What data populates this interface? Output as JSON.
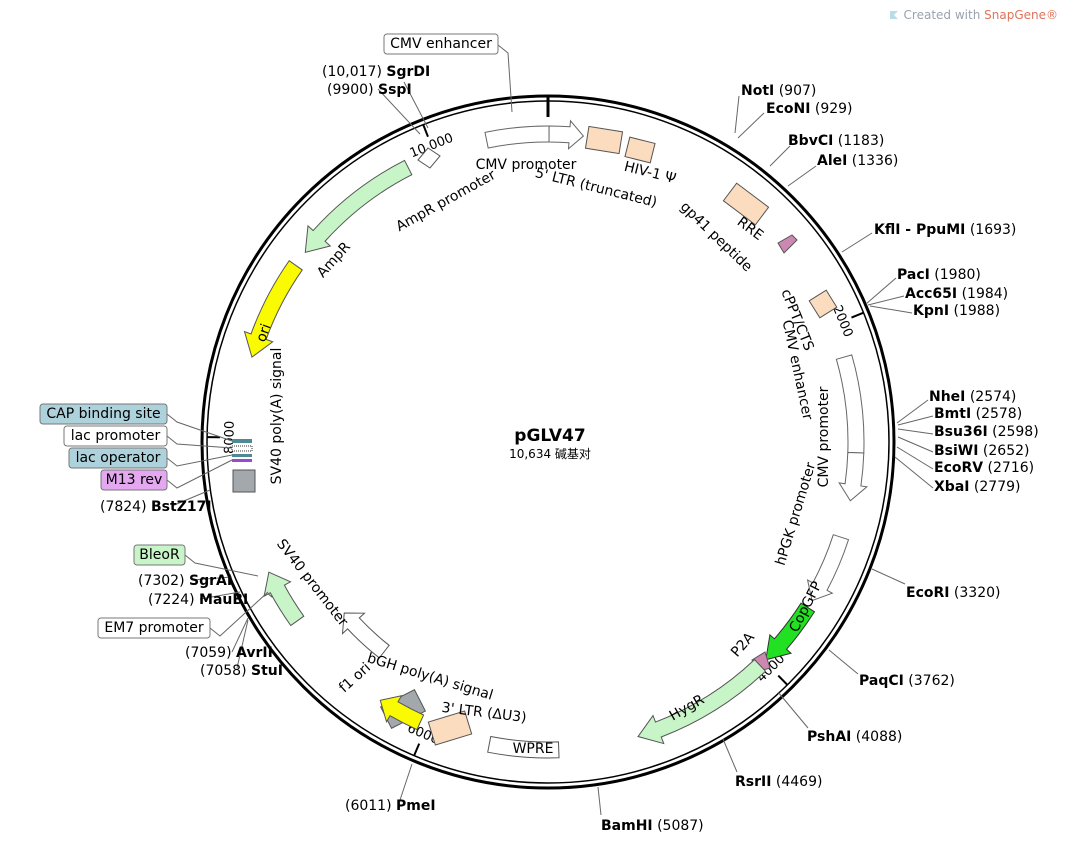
{
  "credit": {
    "prefix": "Created with ",
    "brand": "SnapGene®"
  },
  "plasmid": {
    "name": "pGLV47",
    "size": "10,634 碱基对"
  },
  "ticks": [
    "2000",
    "4000",
    "6000",
    "8000",
    "10,000"
  ],
  "colors": {
    "beige": "#fbdcbe",
    "light_green": "#c8f5c8",
    "bright_green": "#22e022",
    "yellow": "#fafa00",
    "gray": "#a3a8ad",
    "pink": "#cc88b0",
    "teal": "#4d8a93",
    "cap_box": "#aed2dc",
    "m13_box": "#e3a8f0",
    "bleo_box": "#c8f5c8"
  },
  "sites": [
    {
      "name": "SgrDI",
      "pos": "(10,017)",
      "side": "left"
    },
    {
      "name": "SspI",
      "pos": "(9900)",
      "side": "left"
    },
    {
      "name": "NotI",
      "pos": "(907)",
      "side": "right"
    },
    {
      "name": "EcoNI",
      "pos": "(929)",
      "side": "right"
    },
    {
      "name": "BbvCI",
      "pos": "(1183)",
      "side": "right"
    },
    {
      "name": "AleI",
      "pos": "(1336)",
      "side": "right"
    },
    {
      "name": "KflI - PpuMI",
      "pos": "(1693)",
      "side": "right"
    },
    {
      "name": "PacI",
      "pos": "(1980)",
      "side": "right"
    },
    {
      "name": "Acc65I",
      "pos": "(1984)",
      "side": "right"
    },
    {
      "name": "KpnI",
      "pos": "(1988)",
      "side": "right"
    },
    {
      "name": "NheI",
      "pos": "(2574)",
      "side": "right"
    },
    {
      "name": "BmtI",
      "pos": "(2578)",
      "side": "right"
    },
    {
      "name": "Bsu36I",
      "pos": "(2598)",
      "side": "right"
    },
    {
      "name": "BsiWI",
      "pos": "(2652)",
      "side": "right"
    },
    {
      "name": "EcoRV",
      "pos": "(2716)",
      "side": "right"
    },
    {
      "name": "XbaI",
      "pos": "(2779)",
      "side": "right"
    },
    {
      "name": "EcoRI",
      "pos": "(3320)",
      "side": "right"
    },
    {
      "name": "PaqCI",
      "pos": "(3762)",
      "side": "right"
    },
    {
      "name": "PshAI",
      "pos": "(4088)",
      "side": "right"
    },
    {
      "name": "RsrII",
      "pos": "(4469)",
      "side": "right"
    },
    {
      "name": "BamHI",
      "pos": "(5087)",
      "side": "right"
    },
    {
      "name": "PmeI",
      "pos": "(6011)",
      "side": "left"
    },
    {
      "name": "StuI",
      "pos": "(7058)",
      "side": "left"
    },
    {
      "name": "AvrII",
      "pos": "(7059)",
      "side": "left"
    },
    {
      "name": "MauBI",
      "pos": "(7224)",
      "side": "left"
    },
    {
      "name": "SgrAI",
      "pos": "(7302)",
      "side": "left"
    },
    {
      "name": "BstZ17I",
      "pos": "(7824)",
      "side": "left"
    }
  ],
  "boxed_labels": [
    {
      "text": "CMV enhancer",
      "style": "white"
    },
    {
      "text": "CAP binding site",
      "style": "cap"
    },
    {
      "text": "lac promoter",
      "style": "white"
    },
    {
      "text": "lac operator",
      "style": "cap"
    },
    {
      "text": "M13 rev",
      "style": "m13"
    },
    {
      "text": "BleoR",
      "style": "bleo"
    },
    {
      "text": "EM7 promoter",
      "style": "white"
    }
  ],
  "features": [
    {
      "label": "CMV promoter"
    },
    {
      "label": "HIV-1 Ψ"
    },
    {
      "label": "5' LTR (truncated)"
    },
    {
      "label": "RRE"
    },
    {
      "label": "gp41 peptide"
    },
    {
      "label": "cPPT/CTS"
    },
    {
      "label": "CMV enhancer"
    },
    {
      "label": "CMV promoter"
    },
    {
      "label": "hPGK promoter"
    },
    {
      "label": "CopGFP"
    },
    {
      "label": "P2A"
    },
    {
      "label": "HygR"
    },
    {
      "label": "WPRE"
    },
    {
      "label": "3' LTR (ΔU3)"
    },
    {
      "label": "bGH poly(A) signal"
    },
    {
      "label": "f1 ori"
    },
    {
      "label": "SV40 promoter"
    },
    {
      "label": "SV40 poly(A) signal"
    },
    {
      "label": "ori"
    },
    {
      "label": "AmpR"
    },
    {
      "label": "AmpR promoter"
    }
  ]
}
